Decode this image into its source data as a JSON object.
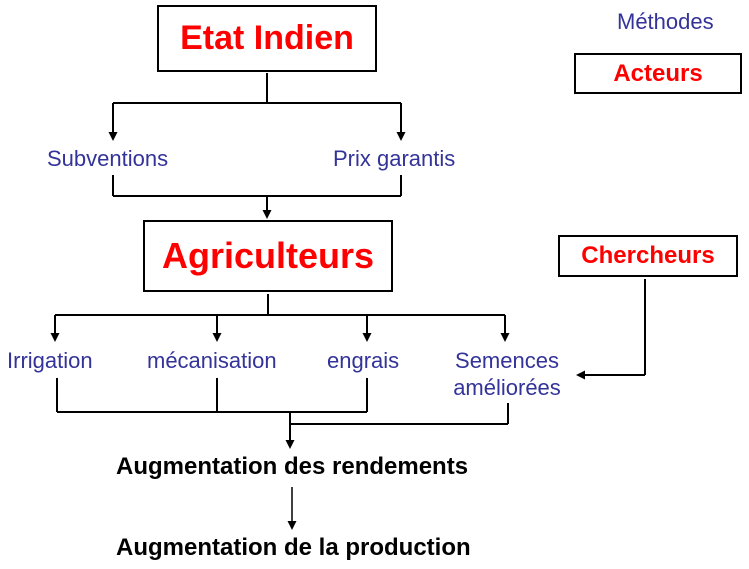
{
  "diagram": {
    "legend": {
      "methods": "Méthodes",
      "actors": "Acteurs"
    },
    "nodes": {
      "etat_indien": "Etat Indien",
      "agriculteurs": "Agriculteurs",
      "chercheurs": "Chercheurs"
    },
    "state_actions": {
      "subventions": "Subventions",
      "prix_garantis": "Prix garantis"
    },
    "methods": {
      "irrigation": "Irrigation",
      "mecanisation": "mécanisation",
      "engrais": "engrais",
      "semences": "Semences améliorées"
    },
    "results": {
      "rendements": "Augmentation des rendements",
      "production": "Augmentation de la production"
    },
    "colors": {
      "actor": "#ff0000",
      "method": "#333399",
      "result": "#000000",
      "line": "#000000",
      "background": "#ffffff"
    }
  }
}
